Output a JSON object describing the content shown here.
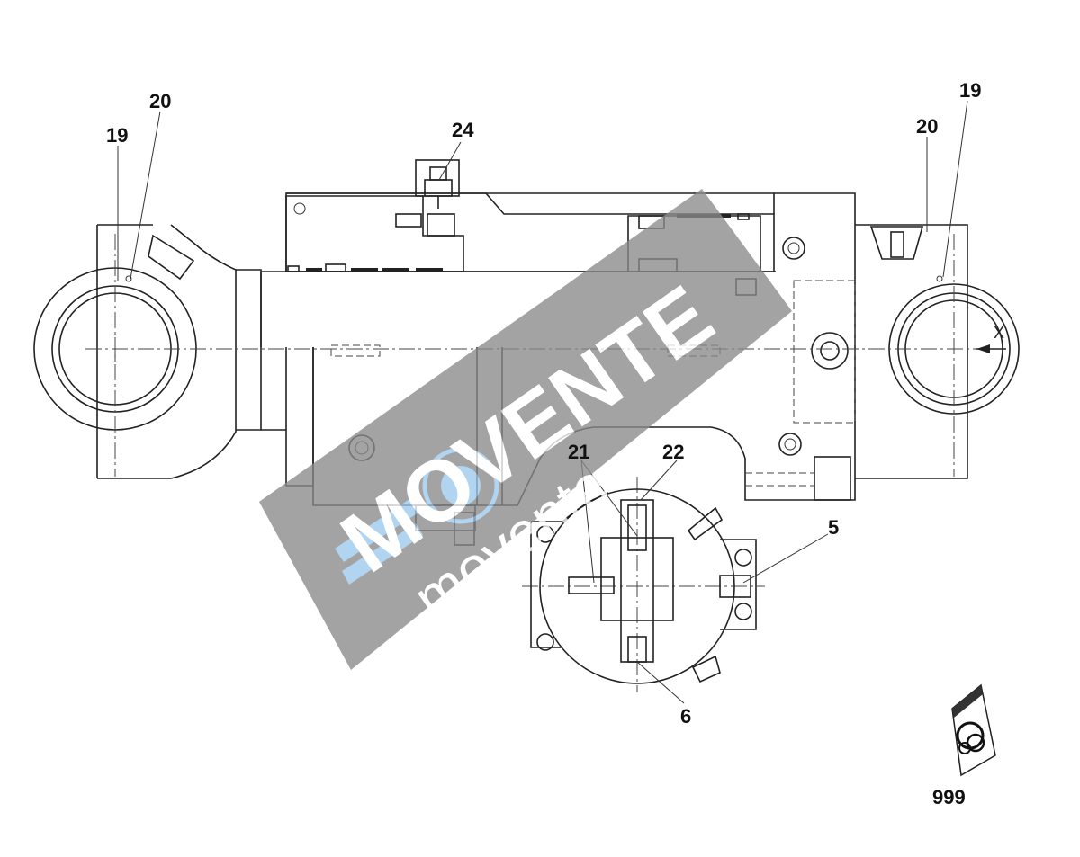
{
  "callouts": {
    "c19_left": "19",
    "c20_left": "20",
    "c24": "24",
    "c19_right": "19",
    "c20_right": "20",
    "c21": "21",
    "c22": "22",
    "c5": "5",
    "c6": "6",
    "c999": "999"
  },
  "axis_label": "X",
  "watermark": {
    "brand": "MOVENTE",
    "url": "movente.ru"
  },
  "colors": {
    "line": "#222222",
    "watermark_band": "#8a8a8a",
    "watermark_logo": "#9cc8ec"
  }
}
